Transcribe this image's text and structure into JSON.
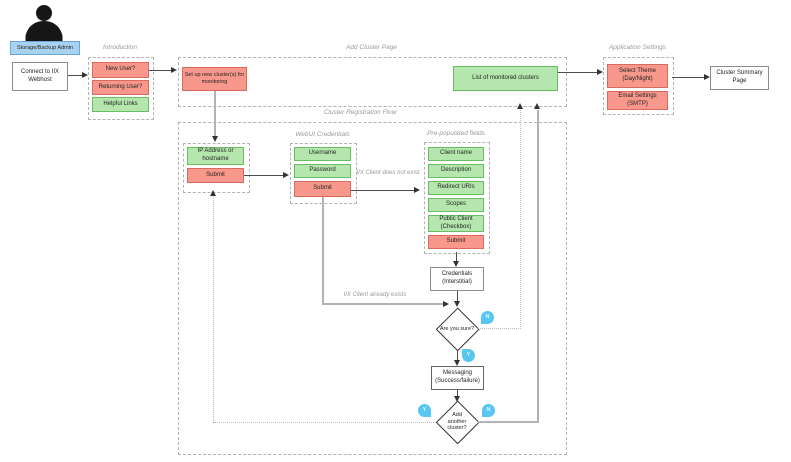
{
  "actor": {
    "label": "Storage/Backup Admin"
  },
  "nodes": {
    "connect": "Connect to IIX Webhost",
    "cluster_summary": "Cluster Summary Page",
    "credentials_interstitial": "Credentials (Interstitial)",
    "messaging": "Messaging (Success/failure)",
    "are_you_sure": "Are you sure?",
    "add_another": "Add another cluster?"
  },
  "sections": {
    "introduction": {
      "title": "Introduction",
      "items": [
        {
          "label": "New User?"
        },
        {
          "label": "Returning User?"
        },
        {
          "label": "Helpful Links"
        }
      ]
    },
    "add_cluster_page": {
      "title": "Add Cluster Page",
      "setup": "Set up new cluster(s) for monitoring",
      "list": "List of monitored clusters"
    },
    "application_settings": {
      "title": "Application Settings",
      "items": [
        {
          "label": "Select Theme (Day/Night)"
        },
        {
          "label": "Email Settings (SMTP)"
        }
      ]
    },
    "cluster_registration_flow": {
      "title": "Cluster Registration Flow",
      "host_form": {
        "items": [
          {
            "label": "IP Address or hostname"
          },
          {
            "label": "Submit"
          }
        ]
      },
      "webui_credentials": {
        "title": "WebUI Credentials",
        "items": [
          {
            "label": "Username"
          },
          {
            "label": "Password"
          },
          {
            "label": "Submit"
          }
        ]
      },
      "prepopulated_fields": {
        "title": "Pre-populated fields",
        "items": [
          {
            "label": "Client name"
          },
          {
            "label": "Description"
          },
          {
            "label": "Redirect URIs"
          },
          {
            "label": "Scopes"
          },
          {
            "label": "Public Client (Checkbox)"
          },
          {
            "label": "Submit"
          }
        ]
      }
    }
  },
  "edge_labels": {
    "not_exist": "IIX Client does not exist",
    "already_exists": "IIX Client already exists"
  },
  "decision_markers": {
    "yes": "Y",
    "no": "N"
  },
  "colors": {
    "red_fill": "#f8988c",
    "red_stroke": "#d96a5e",
    "green_fill": "#b4e6ad",
    "green_stroke": "#69bd63",
    "actor_fill": "#a9d2f0",
    "marker_blue": "#57c7f2"
  }
}
